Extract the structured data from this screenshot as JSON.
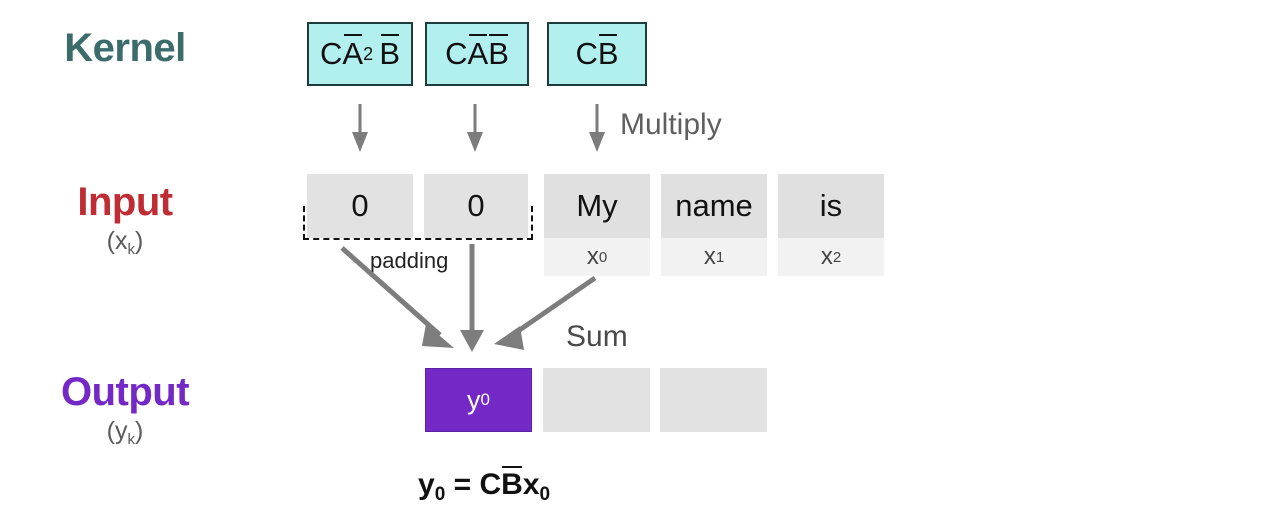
{
  "rows": {
    "kernel": {
      "title": "Kernel",
      "color": "#3c6b6b"
    },
    "input": {
      "title": "Input",
      "sub_open": "(",
      "sub_var": "x",
      "sub_idx": "k",
      "sub_close": ")",
      "color": "#bf2c33"
    },
    "output": {
      "title": "Output",
      "sub_open": "(",
      "sub_var": "y",
      "sub_idx": "k",
      "sub_close": ")",
      "color": "#7429c6"
    }
  },
  "kernel": {
    "fill": "#b2f0f0",
    "border": "#1d3d3d",
    "boxes": [
      {
        "label": "CA²B",
        "parts": {
          "c": "C",
          "a": "A",
          "exp": "2",
          "b": "B"
        }
      },
      {
        "label": "CAB",
        "parts": {
          "c": "C",
          "a": "A",
          "exp": "",
          "b": "B"
        }
      },
      {
        "label": "CB",
        "parts": {
          "c": "C",
          "a": "",
          "exp": "",
          "b": "B"
        }
      }
    ]
  },
  "labels": {
    "multiply": "Multiply",
    "sum": "Sum",
    "padding": "padding"
  },
  "input": {
    "padding_cells": [
      {
        "value": "0"
      },
      {
        "value": "0"
      }
    ],
    "word_cells": [
      {
        "word": "My",
        "var": "x",
        "idx": "0"
      },
      {
        "word": "name",
        "var": "x",
        "idx": "1"
      },
      {
        "word": "is",
        "var": "x",
        "idx": "2"
      }
    ]
  },
  "output": {
    "active_color": "#7429c6",
    "empty_color": "#e2e2e2",
    "cells": [
      {
        "var": "y",
        "idx": "0",
        "active": true
      },
      {
        "var": "",
        "idx": "",
        "active": false
      },
      {
        "var": "",
        "idx": "",
        "active": false
      }
    ]
  },
  "equation": {
    "lhs_var": "y",
    "lhs_idx": "0",
    "eq": "=",
    "rhs_c": "C",
    "rhs_b": "B",
    "rhs_x": "x",
    "rhs_x_idx": "0"
  },
  "colors": {
    "arrow": "#7d7d7d",
    "cell_gray": "#e2e2e2",
    "cell_gray_light": "#f2f2f2",
    "background": "#ffffff"
  }
}
